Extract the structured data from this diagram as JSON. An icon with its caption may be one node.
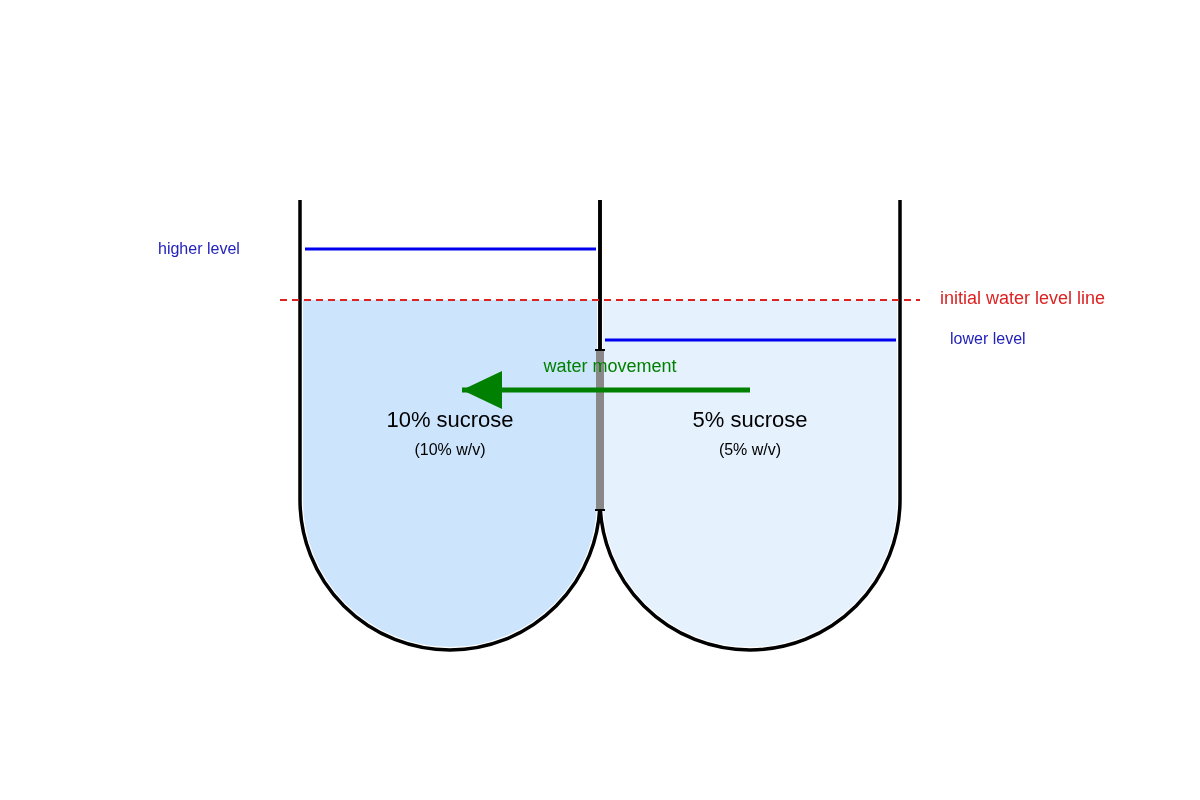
{
  "diagram": {
    "nodes": [
      {
        "text": [
          "10% sucrose",
          "(10% w/v)"
        ]
      },
      {
        "text": [
          "5% sucrose",
          "(5% w/v)"
        ]
      }
    ],
    "edges": [
      {
        "from": 1,
        "to": 0,
        "arrow": "to",
        "label": "water movement",
        "color": "#008000"
      }
    ],
    "labels": [
      "higher level",
      "initial water level line",
      "lower level"
    ]
  }
}
